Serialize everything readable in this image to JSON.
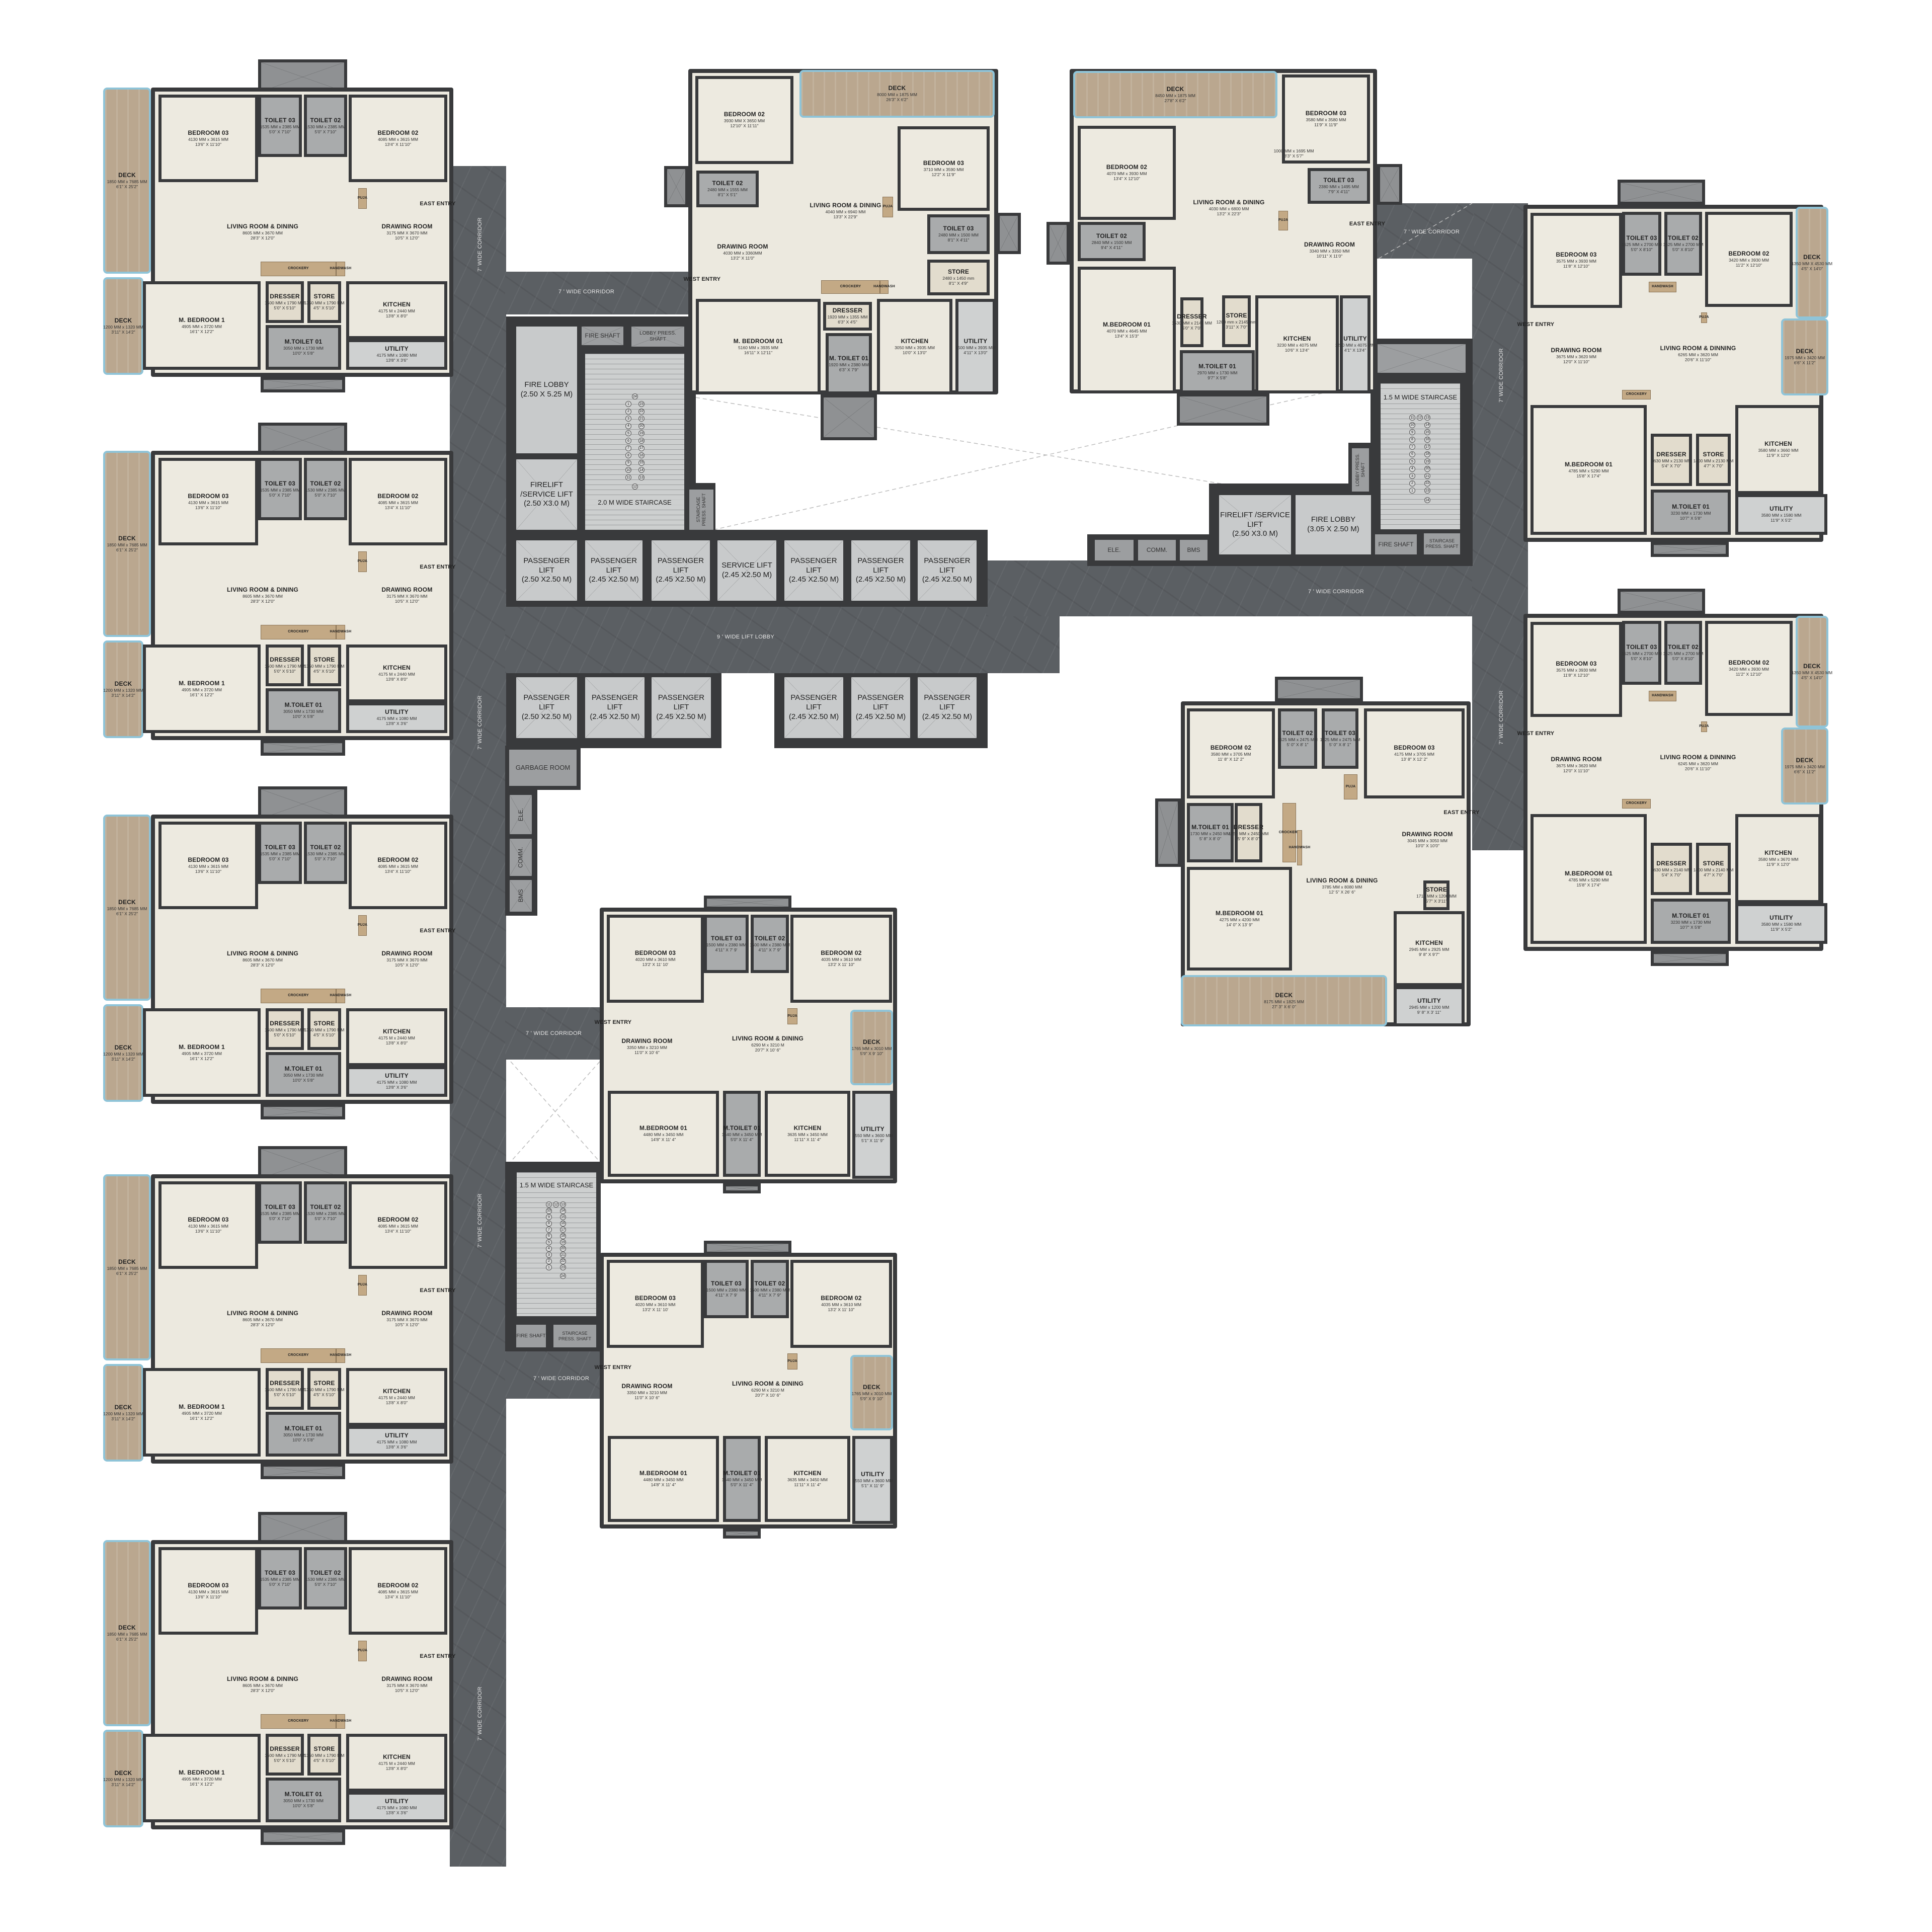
{
  "colors": {
    "wall": "#393a3c",
    "corridor": "#5b5f63",
    "floor": "#ebe8de",
    "toilet": "#a9abac",
    "deck": "#baa78f",
    "window": "#8fc4d8",
    "core": "#c8cacb"
  },
  "corridors": {
    "top_left": "7 ' WIDE CORRIDOR",
    "left_vertical": "7' WIDE CORRIDOR",
    "lift_lobby": "9 ' WIDE LIFT LOBBY",
    "right_horizontal": "7 ' WIDE CORRIDOR",
    "right_vertical": "7' WIDE CORRIDOR",
    "top_right": "7 ' WIDE CORRIDOR",
    "lower_branch_1": "7 ' WIDE CORRIDOR",
    "lower_branch_2": "7 ' WIDE CORRIDOR"
  },
  "core_left": {
    "fire_lobby": {
      "label": "FIRE LOBBY",
      "size": "(2.50 X 5.25 M)"
    },
    "fire_shaft": "FIRE SHAFT",
    "lobby_press_shaft": "LOBBY PRESS. SHAFT",
    "staircase": {
      "title": "2.0 M WIDE STAIRCASE",
      "left": [
        "1",
        "2",
        "3",
        "4",
        "5",
        "6",
        "7",
        "8",
        "9",
        "10",
        "11"
      ],
      "right": [
        "23",
        "22",
        "21",
        "20",
        "19",
        "18",
        "17",
        "16",
        "15",
        "14",
        "13"
      ],
      "top": "24",
      "bottom": "12"
    },
    "firelift": {
      "label": "FIRELIFT /SERVICE LIFT",
      "size": "(2.50 X3.0 M)"
    },
    "staircase_press_shaft": "STAIRCASE PRESS. SHAFT",
    "lifts_top": [
      {
        "label": "PASSENGER LIFT",
        "size": "(2.50 X2.50 M)"
      },
      {
        "label": "PASSENGER LIFT",
        "size": "(2.45 X2.50 M)"
      },
      {
        "label": "PASSENGER LIFT",
        "size": "(2.45 X2.50 M)"
      },
      {
        "label": "SERVICE LIFT",
        "size": "(2.45 X2.50 M)"
      },
      {
        "label": "PASSENGER LIFT",
        "size": "(2.45 X2.50 M)"
      },
      {
        "label": "PASSENGER LIFT",
        "size": "(2.45 X2.50 M)"
      },
      {
        "label": "PASSENGER LIFT",
        "size": "(2.45 X2.50 M)"
      }
    ],
    "lifts_bottom": [
      {
        "label": "PASSENGER LIFT",
        "size": "(2.50 X2.50 M)"
      },
      {
        "label": "PASSENGER LIFT",
        "size": "(2.45 X2.50 M)"
      },
      {
        "label": "PASSENGER LIFT",
        "size": "(2.45 X2.50 M)"
      },
      {
        "label": "PASSENGER LIFT",
        "size": "(2.45 X2.50 M)"
      },
      {
        "label": "PASSENGER LIFT",
        "size": "(2.45 X2.50 M)"
      },
      {
        "label": "PASSENGER LIFT",
        "size": "(2.45 X2.50 M)"
      }
    ]
  },
  "core_right": {
    "staircase": {
      "title": "1.5 M WIDE STAIRCASE",
      "left": [
        "11",
        "10",
        "9",
        "8",
        "7",
        "6",
        "5",
        "4",
        "3",
        "2",
        "1"
      ],
      "right": [
        "13",
        "14",
        "15",
        "16",
        "17",
        "18",
        "19",
        "20",
        "21",
        "22",
        "23"
      ],
      "top": "12",
      "bottom": "24"
    },
    "lobby_press_shaft": "LOBBY PRESS. SHAFT",
    "firelift": {
      "label": "FIRELIFT /SERVICE LIFT",
      "size": "(2.50 X3.0 M)"
    },
    "fire_lobby": {
      "label": "FIRE LOBBY",
      "size": "(3.05 X 2.50 M)"
    },
    "fire_shaft": "FIRE SHAFT",
    "staircase_press_shaft": "STAIRCASE PRESS. SHAFT",
    "ele": "ELE.",
    "comm": "COMM.",
    "bms": "BMS"
  },
  "core_lower": {
    "garbage_room": "GARBAGE ROOM",
    "ele": "ELE.",
    "comm": "COMM.",
    "bms": "BMS",
    "staircase": {
      "title": "1.5 M WIDE STAIRCASE",
      "left": [
        "11",
        "10",
        "9",
        "8",
        "7",
        "6",
        "5",
        "4",
        "3",
        "2",
        "1"
      ],
      "right": [
        "13",
        "14",
        "15",
        "16",
        "17",
        "18",
        "19",
        "20",
        "21",
        "22",
        "23"
      ],
      "top": "12",
      "bottom": "24"
    },
    "fire_shaft": "FIRE SHAFT",
    "staircase_press_shaft": "STAIRCASE PRESS. SHAFT"
  },
  "unit_types": {
    "A": {
      "rooms": [
        {
          "label": "DECK",
          "mm": "1850 MM x 7685 MM",
          "ft": "6'1\" X 25'2\""
        },
        {
          "label": "DECK",
          "mm": "1200 MM x 1320 MM",
          "ft": "3'11\" X 14'2\""
        },
        {
          "label": "BEDROOM 03",
          "mm": "4130 MM x 3615 MM",
          "ft": "13'6\" X 11'10\""
        },
        {
          "label": "TOILET 03",
          "mm": "1535 MM x 2385 MM",
          "ft": "5'0\" X 7'10\""
        },
        {
          "label": "TOILET 02",
          "mm": "1530 MM x 2385 MM",
          "ft": "5'0\" X 7'10\""
        },
        {
          "label": "BEDROOM 02",
          "mm": "4085 MM x 3615 MM",
          "ft": "13'4\" X 11'10\""
        },
        {
          "label": "LIVING ROOM &  DINING",
          "mm": "8605 MM x 3670 MM",
          "ft": "28'3\" X 12'0\""
        },
        {
          "label": "DRAWING ROOM",
          "mm": "3175 MM X 3670 MM",
          "ft": "10'5\" X 12'0\""
        },
        {
          "label": "M. BEDROOM 1",
          "mm": "4905 MM x 3720 MM",
          "ft": "16'1\" X 12'2\""
        },
        {
          "label": "DRESSER",
          "mm": "1500 MM x 1790 MM",
          "ft": "5'0\" X 5'10\""
        },
        {
          "label": "STORE",
          "mm": "1350 MM x 1790 MM",
          "ft": "4'5\" X 5'10\""
        },
        {
          "label": "M.TOILET 01",
          "mm": "3050 MM x 1730 MM",
          "ft": "10'0\" X 5'8\""
        },
        {
          "label": "KITCHEN",
          "mm": "4175 M x 2440 MM",
          "ft": "13'8\" X 8'0\""
        },
        {
          "label": "UTILITY",
          "mm": "4175 MM x 1080 MM",
          "ft": "13'8\" X 3'6\""
        },
        {
          "label": "CROCKERY"
        },
        {
          "label": "HANDWASH"
        },
        {
          "label": "PUJA"
        },
        {
          "label": "EAST ENTRY"
        }
      ]
    },
    "B": {
      "rooms": [
        {
          "label": "DECK",
          "mm": "8000 MM x 1875 MM",
          "ft": "26'3\" X 6'2\""
        },
        {
          "label": "BEDROOM 02",
          "mm": "3930 MM X 3650 MM",
          "ft": "12'10\" X 11'11\""
        },
        {
          "label": "TOILET 02",
          "mm": "2480 MM x 1555 MM",
          "ft": "8'1\" X 5'1\""
        },
        {
          "label": "LIVING ROOM & DINING",
          "mm": "4040 MM x 6940 MM",
          "ft": "13'3\" X 22'9\""
        },
        {
          "label": "BEDROOM 03",
          "mm": "3710 MM x 3590 MM",
          "ft": "12'2\" X 11'9\""
        },
        {
          "label": "TOILET 03",
          "mm": "2480 MM x 1500 MM",
          "ft": "8'1\" X 4'11\""
        },
        {
          "label": "DRAWING ROOM",
          "mm": "4030 MM x 3360MM",
          "ft": "13'2\" X 11'0\""
        },
        {
          "label": "STORE",
          "mm": "2480 x 1450 mm",
          "ft": "8'1\" X 4'9\""
        },
        {
          "label": "M. BEDROOM 01",
          "mm": "5160 MM x 3935 MM",
          "ft": "16'11\" X 12'11\""
        },
        {
          "label": "DRESSER",
          "mm": "1920 MM x 1355 MM",
          "ft": "6'3\" X 4'5\""
        },
        {
          "label": "M. TOILET 01",
          "mm": "1920 MM x 2380 MM",
          "ft": "6'3\" X 7'9\""
        },
        {
          "label": "KITCHEN",
          "mm": "3050 MM x 3935 MM",
          "ft": "10'0\" X 13'0\""
        },
        {
          "label": "UTILITY",
          "mm": "1500 MM x 3935 MM",
          "ft": "4'11\" X 13'0\""
        },
        {
          "label": "CROCKERY"
        },
        {
          "label": "HANDWASH"
        },
        {
          "label": "PUJA"
        },
        {
          "label": "WEST ENTRY"
        }
      ]
    },
    "C": {
      "rooms": [
        {
          "label": "DECK",
          "mm": "8450 MM x 1875 MM",
          "ft": "27'8\" X 6'2\""
        },
        {
          "label": "BEDROOM 03",
          "mm": "3580 MM x 3580 MM",
          "ft": "11'9\" X 11'9\""
        },
        {
          "label": "BEDROOM 02",
          "mm": "4070 MM x 3930 MM",
          "ft": "13'4\" X 12'10\""
        },
        {
          "label": "LIVING ROOM & DINING",
          "mm": "4030 MM x 6800 MM",
          "ft": "13'2\" X 22'3\""
        },
        {
          "label": "TOILET 03",
          "mm": "2380 MM x 1495 MM",
          "ft": "7'9\" X 4'11\""
        },
        {
          "label": "DRAWING ROOM",
          "mm": "3340 MM x 3350 MM",
          "ft": "10'11\" X 11'0\""
        },
        {
          "label": "TOILET 02",
          "mm": "2840 MM x 1500 MM",
          "ft": "9'4\" X 4'11\""
        },
        {
          "label": "M.BEDROOM 01",
          "mm": "4070 MM x 4645 MM",
          "ft": "13'4\" X 15'3\""
        },
        {
          "label": "DRESSER",
          "mm": "1530 MM x 2145 MM",
          "ft": "5'0\" X 7'0\""
        },
        {
          "label": "STORE",
          "mm": "1200 mm x 2145 mm",
          "ft": "3'11\" X 7'0\""
        },
        {
          "label": "M.TOILET 01",
          "mm": "2970 MM x 1730 MM",
          "ft": "9'7\" X 5'8\""
        },
        {
          "label": "KITCHEN",
          "mm": "3230 MM x 4075 MM",
          "ft": "10'6\" X 13'4\""
        },
        {
          "label": "UTILITY",
          "mm": "1250 MM x 4075 MM",
          "ft": "4'1\" X 13'4\""
        },
        {
          "label": "PUJA"
        },
        {
          "label": "EAST ENTRY"
        },
        {
          "mm": "1000 MM x 1695 MM",
          "ft": "3'3\" X 5'7\""
        }
      ]
    },
    "D1": {
      "rooms": [
        {
          "label": "BEDROOM 03",
          "mm": "3575 MM x 3930 MM",
          "ft": "11'8\" X 12'10\""
        },
        {
          "label": "TOILET 03",
          "mm": "1525 MM x 2700 MM",
          "ft": "5'0\" X 8'10\""
        },
        {
          "label": "TOILET 02",
          "mm": "1525 MM x 2700 MM",
          "ft": "5'0\" X 8'10\""
        },
        {
          "label": "BEDROOM 02",
          "mm": "3420 MM x 3930 MM",
          "ft": "11'2\" X 12'10\""
        },
        {
          "label": "DECK",
          "mm": "1350 MM X 4530 MM",
          "ft": "4'5\" X 14'0\""
        },
        {
          "label": "DECK",
          "mm": "1975 MM x 3420 MM",
          "ft": "6'6\" X 11'2\""
        },
        {
          "label": "DRAWING ROOM",
          "mm": "3675 MM x 3620 MM",
          "ft": "12'0\" X 11'10\""
        },
        {
          "label": "LIVING ROOM & DINNING",
          "mm": "6265 MM x 3620 MM",
          "ft": "20'6\" X 11'10\""
        },
        {
          "label": "M.BEDROOM 01",
          "mm": "4785 MM x 5290 MM",
          "ft": "15'8\" X 17'4\""
        },
        {
          "label": "DRESSER",
          "mm": "1630 MM x 2130 MM",
          "ft": "5'4\" X 7'0\""
        },
        {
          "label": "STORE",
          "mm": "1400 MM x 2130 MM",
          "ft": "4'7\" X 7'0\""
        },
        {
          "label": "M.TOILET 01",
          "mm": "3230 MM x 1730 MM",
          "ft": "10'7\" X 5'8\""
        },
        {
          "label": "KITCHEN",
          "mm": "3580 MM x 3660 MM",
          "ft": "11'9\" X 12'0\""
        },
        {
          "label": "UTILITY",
          "mm": "3580 MM x 1580 MM",
          "ft": "11'9\" X 5'2\""
        },
        {
          "label": "CROCKERY"
        },
        {
          "label": "HANDWASH"
        },
        {
          "label": "PUJA"
        },
        {
          "label": "WEST ENTRY"
        }
      ]
    },
    "D2": {
      "rooms": [
        {
          "label": "BEDROOM 03",
          "mm": "3575 MM x 3930 MM",
          "ft": "11'8\" X 12'10\""
        },
        {
          "label": "TOILET 03",
          "mm": "1525 MM x 2700 MM",
          "ft": "5'0\" X 8'10\""
        },
        {
          "label": "TOILET 02",
          "mm": "1525 MM x 2700 MM",
          "ft": "5'0\" X 8'10\""
        },
        {
          "label": "BEDROOM 02",
          "mm": "3420 MM x 3930 MM",
          "ft": "11'2\" X 12'10\""
        },
        {
          "label": "DECK",
          "mm": "1350 MM X 4530 MM",
          "ft": "4'5\" X 14'0\""
        },
        {
          "label": "DECK",
          "mm": "1975 MM x 3420 MM",
          "ft": "6'6\" X 11'2\""
        },
        {
          "label": "DRAWING ROOM",
          "mm": "3675 MM x 3620 MM",
          "ft": "12'0\" X 11'10\""
        },
        {
          "label": "LIVING ROOM & DINNING",
          "mm": "6245 MM x 3620 MM",
          "ft": "20'6\" X 11'10\""
        },
        {
          "label": "M.BEDROOM 01",
          "mm": "4785 MM x 5290 MM",
          "ft": "15'8\" X 17'4\""
        },
        {
          "label": "DRESSER",
          "mm": "1630 MM x 2140 MM",
          "ft": "5'4\" X 7'0\""
        },
        {
          "label": "STORE",
          "mm": "1400 MM x 2140 MM",
          "ft": "4'7\" X 7'0\""
        },
        {
          "label": "M.TOILET 01",
          "mm": "3230 MM x 1730 MM",
          "ft": "10'7\" X 5'8\""
        },
        {
          "label": "KITCHEN",
          "mm": "3580 MM x 3670 MM",
          "ft": "11'9\" X 12'0\""
        },
        {
          "label": "UTILITY",
          "mm": "3580 MM x 1580 MM",
          "ft": "11'9\" X 5'2\""
        },
        {
          "label": "CROCKERY"
        },
        {
          "label": "HANDWASH"
        },
        {
          "label": "PUJA"
        },
        {
          "label": "WEST ENTRY"
        }
      ]
    },
    "E": {
      "rooms": [
        {
          "label": "BEDROOM 02",
          "mm": "3580 MM x 3705 MM",
          "ft": "11' 8\" X 12' 2\""
        },
        {
          "label": "TOILET 02",
          "mm": "1525 MM x 2475 MM",
          "ft": "5' 0\" X 8' 1\""
        },
        {
          "label": "TOILET 03",
          "mm": "1525 MM x 2475 MM",
          "ft": "5' 0\" X 8' 1\""
        },
        {
          "label": "BEDROOM 03",
          "mm": "4175 MM x 3705 MM",
          "ft": "13' 8\" X 12' 2\""
        },
        {
          "label": "M.TOILET 01",
          "mm": "1730 MM x 2450 MM",
          "ft": "5' 8\" X 8' 0\""
        },
        {
          "label": "DRESSER",
          "mm": "1750 MM x 2450 MM",
          "ft": "5' 9\" X 8' 0\""
        },
        {
          "label": "LIVING ROOM & DINING",
          "mm": "3785 MM x 8080 MM",
          "ft": "12' 5\" X 26' 6\""
        },
        {
          "label": "M.BEDROOM 01",
          "mm": "4275 MM x 4200 MM",
          "ft": "14' 0\" X 13' 9\""
        },
        {
          "label": "DRAWING ROOM",
          "mm": "3045 MM x 3050 MM",
          "ft": "10'0\" X 10'0\""
        },
        {
          "label": "STORE",
          "mm": "1715 MM x 1200 MM",
          "ft": "5'7\" X 3'11\""
        },
        {
          "label": "KITCHEN",
          "mm": "2945 MM x 2925 MM",
          "ft": "9' 8\" X 9'7\""
        },
        {
          "label": "UTILITY",
          "mm": "2945 MM x 1200 MM",
          "ft": "9' 8\" X 3' 11\""
        },
        {
          "label": "DECK",
          "mm": "8175 MM x 1825 MM",
          "ft": "27' 3\" X 6' 0\""
        },
        {
          "label": "CROCKERY"
        },
        {
          "label": "HANDWASH"
        },
        {
          "label": "PUJA"
        },
        {
          "label": "EAST ENTRY"
        }
      ]
    },
    "F": {
      "rooms": [
        {
          "label": "BEDROOM 03",
          "mm": "4020 MM x 3610 MM",
          "ft": "13'2' X 11' 10'"
        },
        {
          "label": "TOILET 03",
          "mm": "1500 MM x 2380 MM",
          "ft": "4'11\" X 7' 9'"
        },
        {
          "label": "TOILET 02",
          "mm": "1500 MM x 2380 MM",
          "ft": "4'11\" X 7' 9\""
        },
        {
          "label": "BEDROOM 02",
          "mm": "4035 MM x 3610 MM",
          "ft": "13'2' X 11' 10\""
        },
        {
          "label": "DRAWING ROOM",
          "mm": "3350 MM x 3210 MM",
          "ft": "11'0\" X 10' 6\""
        },
        {
          "label": "LIVING ROOM & DINING",
          "mm": "6290 M x 3210 M",
          "ft": "20'7\" X 10' 6\""
        },
        {
          "label": "DECK",
          "mm": "1765 MM x 3010 MM",
          "ft": "5'9\" X 9' 10\""
        },
        {
          "label": "M.BEDROOM 01",
          "mm": "4480 MM x 3450 MM",
          "ft": "14'8\" X 11' 4\""
        },
        {
          "label": "M.TOILET 01",
          "mm": "1540 MM x 3450 MM",
          "ft": "5'0\" X 11' 4\""
        },
        {
          "label": "KITCHEN",
          "mm": "3635 MM x 3450 MM",
          "ft": "11'11\" X 11' 4\""
        },
        {
          "label": "UTILITY",
          "mm": "1550 MM x 3600 MM",
          "ft": "5'1\" X 11' 9\""
        },
        {
          "label": "PUJA"
        },
        {
          "label": "WEST ENTRY"
        }
      ]
    }
  }
}
